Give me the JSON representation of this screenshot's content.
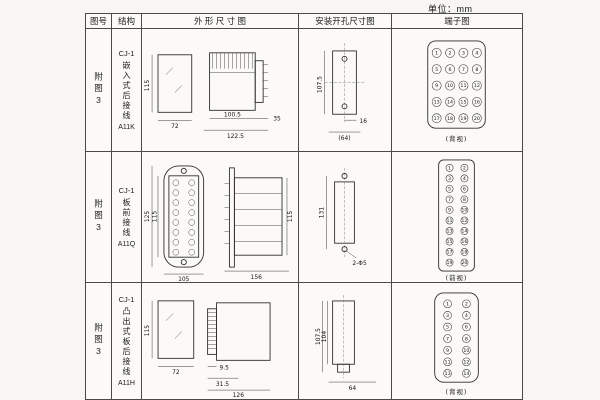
{
  "unit_label": "单位：mm",
  "header": {
    "fig_no": "图号",
    "structure": "结构",
    "outline": "外 形 尺 寸 图",
    "install": "安装开孔尺寸图",
    "terminal": "端子图"
  },
  "rows": [
    {
      "fig": "附图3",
      "model": "CJ-1",
      "structure_text": "嵌入式后接线",
      "code": "A11K",
      "outline_dims": {
        "height": "115",
        "width": "72",
        "depth": "100.5",
        "total_depth": "122.5",
        "flange": "35"
      },
      "install_dims": {
        "height": "107.5",
        "offset": "16",
        "width": "(64)"
      },
      "terminal": {
        "caption": "(背视)",
        "numbers": [
          [
            1,
            2,
            3,
            4
          ],
          [
            5,
            6,
            7,
            8
          ],
          [
            9,
            10,
            11,
            12
          ],
          [
            13,
            14,
            15,
            16
          ],
          [
            17,
            18,
            19,
            20
          ]
        ]
      }
    },
    {
      "fig": "附图3",
      "model": "CJ-1",
      "structure_text": "板前接线",
      "code": "A11Q",
      "outline_dims": {
        "height": "125",
        "hole_spacing": "115",
        "width": "105",
        "depth": "156",
        "body_height": "115"
      },
      "install_dims": {
        "height": "131",
        "holes": "2-Φ5"
      },
      "terminal": {
        "caption": "(前视)",
        "numbers": [
          [
            1,
            2
          ],
          [
            3,
            4
          ],
          [
            5,
            6
          ],
          [
            7,
            8
          ],
          [
            9,
            10
          ],
          [
            11,
            12
          ],
          [
            13,
            14
          ],
          [
            15,
            16
          ],
          [
            17,
            18
          ],
          [
            19,
            20
          ]
        ]
      }
    },
    {
      "fig": "附图3",
      "model": "CJ-1",
      "structure_text": "凸出式板后接线",
      "code": "A11H",
      "outline_dims": {
        "height": "115",
        "width": "72",
        "pin_len": "9.5",
        "pin_zone": "31.5",
        "depth": "126"
      },
      "install_dims": {
        "height": "107.5",
        "inner_height": "104",
        "width": "64"
      },
      "terminal": {
        "caption": "(背视)",
        "numbers": [
          [
            1,
            2
          ],
          [
            3,
            4
          ],
          [
            5,
            6
          ],
          [
            7,
            8
          ],
          [
            9,
            10
          ],
          [
            11,
            12
          ],
          [
            13,
            14
          ]
        ]
      }
    }
  ]
}
